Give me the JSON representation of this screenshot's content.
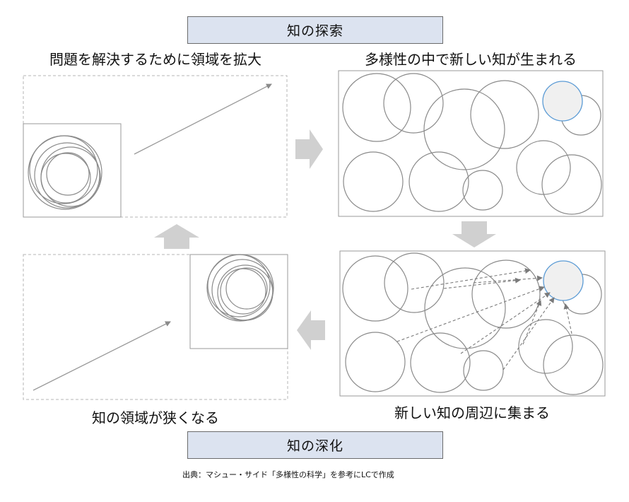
{
  "top_banner": "知の探索",
  "bottom_banner": "知の深化",
  "captions": {
    "top_left": "問題を解決するために領域を拡大",
    "top_right": "多様性の中で新しい知が生まれる",
    "bottom_right": "新しい知の周辺に集まる",
    "bottom_left": "知の領域が狭くなる"
  },
  "source": "出典：マシュー・サイド「多様性の科学」を参考にLCで作成",
  "colors": {
    "banner_fill": "#dce3f0",
    "circle_stroke": "#8a8a8a",
    "new_knowledge_fill": "#f0f0f0",
    "new_knowledge_stroke": "#5b9bd5",
    "block_arrow": "#d0d0d0"
  }
}
